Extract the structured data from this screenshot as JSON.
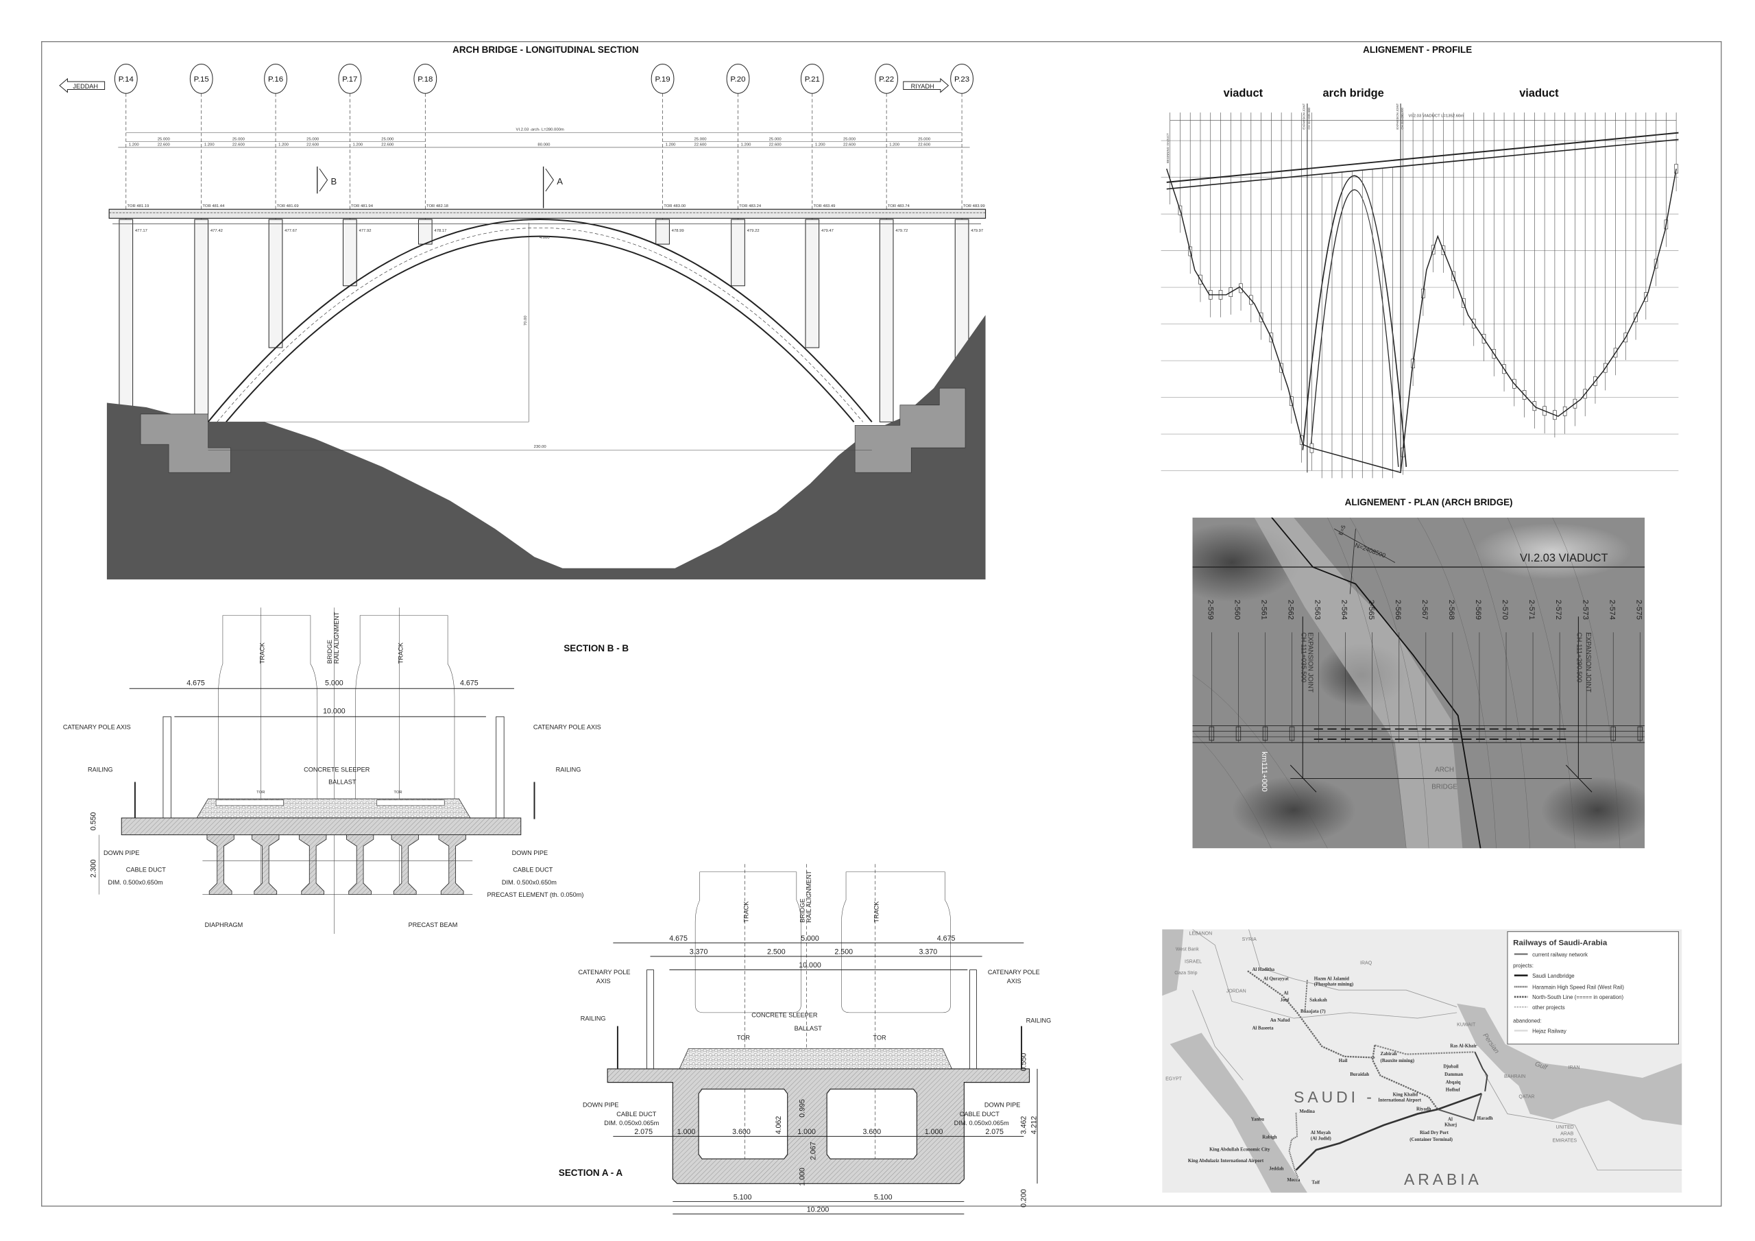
{
  "longitudinal_section": {
    "title": "ARCH BRIDGE - LONGITUDINAL SECTION",
    "direction_left": "JEDDAH",
    "direction_right": "RIYADH",
    "piers": [
      {
        "label": "P.14",
        "tor": "TOR 481.19",
        "bearing": "477.17"
      },
      {
        "label": "P.15",
        "tor": "TOR 481.44",
        "bearing": "477.42"
      },
      {
        "label": "P.16",
        "tor": "TOR 481.69",
        "bearing": "477.67"
      },
      {
        "label": "P.17",
        "tor": "TOR 481.94",
        "bearing": "477.92"
      },
      {
        "label": "P.18",
        "tor": "TOR 482.18",
        "bearing": "478.17"
      },
      {
        "label": "P.19",
        "tor": "TOR 483.00",
        "bearing": "478.99"
      },
      {
        "label": "P.20",
        "tor": "TOR 483.24",
        "bearing": "479.22"
      },
      {
        "label": "P.21",
        "tor": "TOR 483.49",
        "bearing": "479.47"
      },
      {
        "label": "P.22",
        "tor": "TOR 483.74",
        "bearing": "479.72"
      },
      {
        "label": "P.23",
        "tor": "TOR 483.99",
        "bearing": "479.97"
      }
    ],
    "overall_dimension": "VI.2.03 -arch- L=280.000m",
    "span_length": "25.000",
    "support_width": "1.200",
    "clear_span": "22.600",
    "arch_deck_span": "80.000",
    "section_marker_b": "B",
    "section_marker_a": "A",
    "arch_span": "230.00",
    "arch_rise": "70.00",
    "crown_length": "4.000"
  },
  "section_bb": {
    "title": "SECTION B - B",
    "track_label": "TRACK",
    "bridge_label": "BRIDGE",
    "rail_alignment_label": "RAIL ALIGNMENT",
    "dim_side": "4.675",
    "dim_center": "5.000",
    "dim_width": "10.000",
    "dim_slab": "0.550",
    "dim_depth": "2.300",
    "tor": "TOR",
    "catenary_pole_axis": "CATENARY POLE AXIS",
    "railing": "RAILING",
    "concrete_sleeper": "CONCRETE SLEEPER",
    "ballast": "BALLAST",
    "down_pipe": "DOWN PIPE",
    "cable_duct": "CABLE DUCT",
    "cable_duct_dim": "DIM. 0.500x0.650m",
    "precast_element": "PRECAST ELEMENT (th. 0.050m)",
    "diaphragm": "DIAPHRAGM",
    "precast_beam": "PRECAST BEAM"
  },
  "section_aa": {
    "title": "SECTION A - A",
    "track_label": "TRACK",
    "bridge_label": "BRIDGE",
    "rail_alignment_label": "RAIL ALIGNMENT",
    "dim_side": "4.675",
    "dim_center": "5.000",
    "dim_outer": "3.370",
    "dim_inner": "2.500",
    "dim_width": "10.000",
    "dim_cantilever": "2.075",
    "dim_web": "1.000",
    "dim_cell": "3.600",
    "dim_half_box": "5.100",
    "dim_box": "10.200",
    "dim_top": "0.995",
    "dim_total_inner": "4.062",
    "dim_cell_height": "2.067",
    "dim_bottom": "1.000",
    "dim_slab": "0.550",
    "dim_box_height": "3.462",
    "dim_total": "4.212",
    "dim_base": "0.200",
    "tor": "TOR",
    "catenary_pole": "CATENARY POLE",
    "axis": "AXIS",
    "railing": "RAILING",
    "concrete_sleeper": "CONCRETE SLEEPER",
    "ballast": "BALLAST",
    "down_pipe": "DOWN PIPE",
    "cable_duct": "CABLE DUCT",
    "cable_duct_dim": "DIM. 0.050x0.065m"
  },
  "profile": {
    "title": "ALIGNEMENT - PROFILE",
    "zone_left": "viaduct",
    "zone_center": "arch bridge",
    "zone_right": "viaduct",
    "joint_label": "EXPANSION JOINT",
    "joint_left_ch": "CH 111+035.500",
    "joint_right_ch": "CH 111+290.500",
    "beginning_label": "BEGINNING VIADUCT",
    "length_label": "VI.2.03  VIADUCT  L=1352.60m"
  },
  "plan": {
    "title": "ALIGNEMENT - PLAN (ARCH BRIDGE)",
    "viaduct_label": "VI.2.03  VIADUCT",
    "grid_e": "E=5",
    "grid_n": "N=2408500",
    "pier_ids": [
      "2-559",
      "2-560",
      "2-561",
      "2-562",
      "2-563",
      "2-564",
      "2-565",
      "2-566",
      "2-567",
      "2-568",
      "2-569",
      "2-570",
      "2-571",
      "2-572",
      "2-573",
      "2-574",
      "2-575"
    ],
    "joint_label": "EXPANSION JOINT",
    "joint_left_ch": "CH 111+035.500",
    "joint_right_ch": "CH 111+290.500",
    "arch_label_1": "ARCH",
    "arch_label_2": "BRIDGE",
    "km_label": "km111+000"
  },
  "map": {
    "legend_title": "Railways of Saudi-Arabia",
    "legend": {
      "current": "current railway network",
      "projects": "projects:",
      "landbridge": "Saudi Landbridge",
      "haramain": "Haramain High Speed Rail (West Rail)",
      "north_south": "North-South Line (===== in operation)",
      "other": "other projects",
      "abandoned": "abandoned:",
      "hejaz": "Hejaz Railway"
    },
    "countries": {
      "lebanon": "LEBANON",
      "syria": "SYRIA",
      "west_bank": "West Bank",
      "israel": "ISRAEL",
      "gaza": "Gaza Strip",
      "iraq": "IRAQ",
      "jordan": "JORDAN",
      "kuwait": "KUWAIT",
      "egypt": "EGYPT",
      "iran": "IRAN",
      "bahrain": "BAHRAIN",
      "qatar": "QATAR",
      "uae_1": "UNITED",
      "uae_2": "ARAB",
      "uae_3": "EMIRATES",
      "saudi": "SAUDI -",
      "arabia": "ARABIA",
      "persian": "Persian",
      "gulf": "Gulf"
    },
    "cities": [
      "Al Haditha",
      "Al Qurayyat",
      "Hazm Al Jalamid",
      "(Phosphate mining)",
      "Al",
      "Jouf",
      "Sakakah",
      "Bnaajata (?)",
      "An Nafud",
      "Al Baseeta",
      "Zabirah",
      "(Bauxite mining)",
      "Hail",
      "Ras Al-Khair",
      "Djubail",
      "Damman",
      "Abqaiq",
      "Hofhuf",
      "Buraidah",
      "King Khalid",
      "International Airport",
      "Riyadh",
      "Al",
      "Kharj",
      "Haradh",
      "Riad Dry Port",
      "(Container Terminal)",
      "Medina",
      "Yanbu",
      "Rabigh",
      "Al Moyah",
      "(Al Judid)",
      "King Abdullah Economic City",
      "King Abdulaziz International Airport",
      "Jeddah",
      "Mecca",
      "Taif"
    ]
  }
}
